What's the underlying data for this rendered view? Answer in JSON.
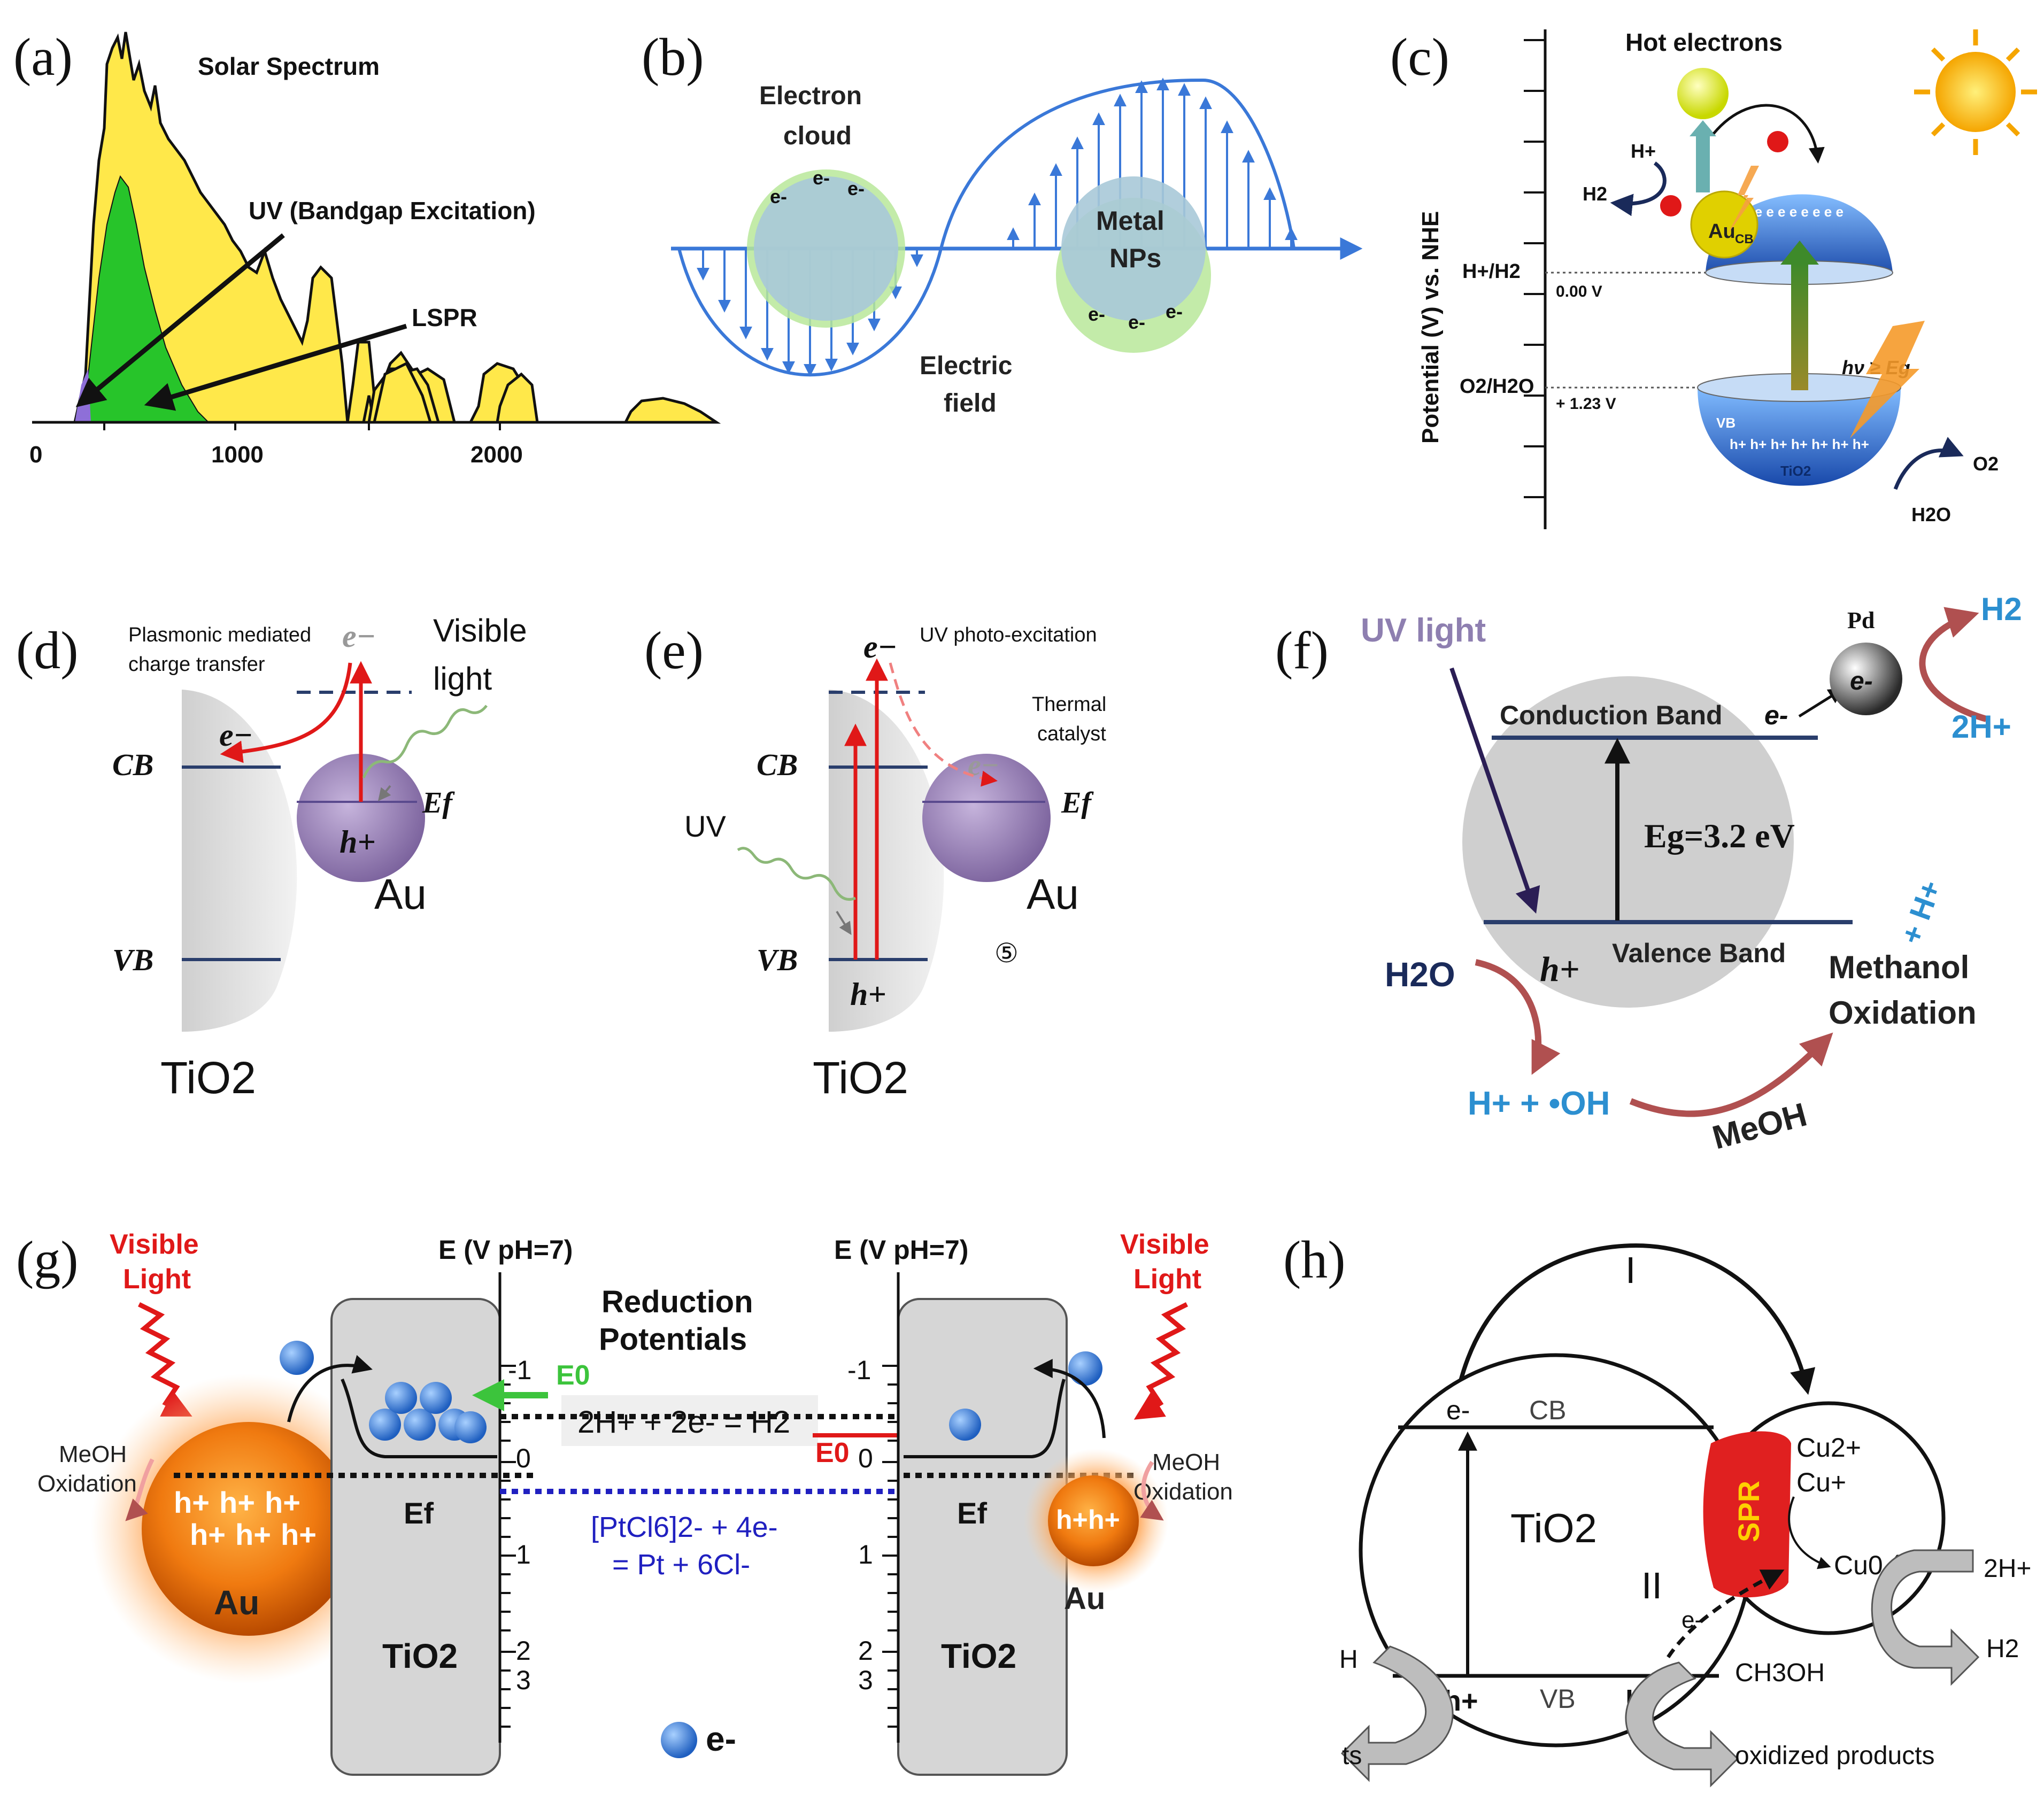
{
  "panel_labels": {
    "a": "(a)",
    "b": "(b)",
    "c": "(c)",
    "d": "(d)",
    "e": "(e)",
    "f": "(f)",
    "g": "(g)",
    "h": "(h)"
  },
  "a": {
    "title": "Solar Spectrum",
    "uv_label": "UV (Bandgap Excitation)",
    "lspr_label": "LSPR",
    "ticks": [
      "0",
      "1000",
      "2000"
    ]
  },
  "b": {
    "cloud_line1": "Electron",
    "cloud_line2": "cloud",
    "efield_line1": "Electric",
    "efield_line2": "field",
    "metal_line1": "Metal",
    "metal_line2": "NPs",
    "electron": "e-"
  },
  "c": {
    "hot_electrons": "Hot electrons",
    "axis_label": "Potential (V) vs. NHE",
    "hplus_h2": "H+/H2",
    "v000": "0.00 V",
    "o2_h2o": "O2/H2O",
    "v123": "+ 1.23 V",
    "hv": "hν ≥ Eg",
    "au": "Au",
    "cb": "CB",
    "vb": "VB",
    "hplus": "H+",
    "h2": "H2",
    "o2": "O2",
    "h2o": "H2O",
    "tio2": "TiO2",
    "electrons_row": "e e e e e e e e e",
    "holes_row": "h+ h+ h+ h+ h+ h+ h+"
  },
  "d": {
    "plasmonic_line1": "Plasmonic mediated",
    "plasmonic_line2": "charge transfer",
    "eminus": "e−",
    "visible_line1": "Visible",
    "visible_line2": "light",
    "cb": "CB",
    "vb": "VB",
    "ef": "Ef",
    "hplus": "h+",
    "au": "Au",
    "tio2": "TiO2"
  },
  "e": {
    "uv_photo": "UV photo-excitation",
    "thermal_line1": "Thermal",
    "thermal_line2": "catalyst",
    "eminus": "e−",
    "cb": "CB",
    "vb": "VB",
    "ef": "Ef",
    "uv": "UV",
    "hplus": "h+",
    "au": "Au",
    "tio2": "TiO2",
    "circled": "⑤"
  },
  "f": {
    "uv_light": "UV light",
    "pd": "Pd",
    "h2": "H2",
    "two_hplus": "2H+",
    "cb": "Conduction Band",
    "eminus": "e-",
    "eg": "Eg=3.2 eV",
    "vb": "Valence Band",
    "hplus": "h+",
    "h2o": "H2O",
    "methanol_line1": "Methanol",
    "methanol_line2": "Oxidation",
    "hplus_oh": "H+ + •OH",
    "meoh": "MeOH",
    "plus_hplus": "+ H+"
  },
  "g": {
    "visible_line1": "Visible",
    "visible_line2": "Light",
    "axis_title": "E (V  pH=7)",
    "reduction_line1": "Reduction",
    "reduction_line2": "Potentials",
    "e0": "E0",
    "h2_eq": "2H+ + 2e- = H2",
    "pt_eq_line1": "[PtCl6]2- + 4e-",
    "pt_eq_line2": "= Pt + 6Cl-",
    "meoh_line1": "MeOH",
    "meoh_line2": "Oxidation",
    "ef": "Ef",
    "au": "Au",
    "tio2": "TiO2",
    "hplus": "h+",
    "legend_e": "e-",
    "ticks": [
      "-1",
      "0",
      "1",
      "2",
      "3"
    ]
  },
  "h": {
    "roman1": "I",
    "roman2": "II",
    "eminus": "e-",
    "cb": "CB",
    "vb": "VB",
    "tio2": "TiO2",
    "spr": "SPR",
    "cu2": "Cu2+",
    "cu1": "Cu+",
    "cu0": "Cu0 (e-)",
    "two_hplus": "2H+",
    "h2": "H2",
    "hplus": "h+",
    "ch3oh": "CH3OH",
    "oxidized": "oxidized products",
    "h_left": "H",
    "ts": "ts"
  }
}
